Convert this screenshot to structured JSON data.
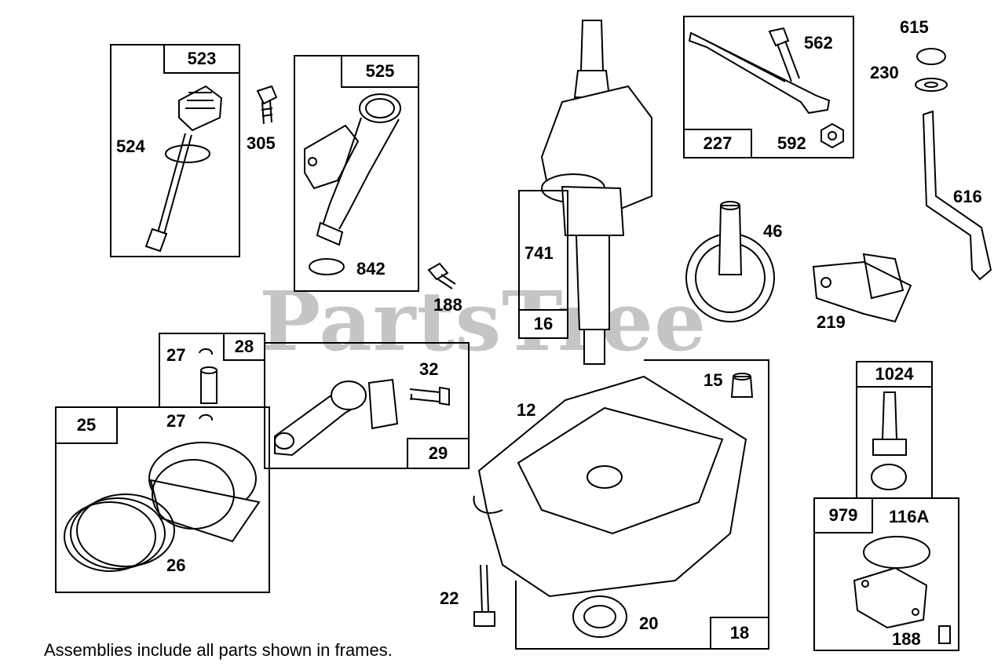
{
  "watermark": "PartsTree",
  "caption": "Assemblies include all parts shown in frames.",
  "frame_tags": {
    "f523": "523",
    "f525": "525",
    "f227": "227",
    "f16": "16",
    "f28": "28",
    "f25": "25",
    "f29": "29",
    "f18": "18",
    "f1024": "1024",
    "f979": "979"
  },
  "labels": {
    "p524": "524",
    "p305": "305",
    "p842": "842",
    "p188a": "188",
    "p562": "562",
    "p592": "592",
    "p615": "615",
    "p230": "230",
    "p616": "616",
    "p741": "741",
    "p46": "46",
    "p219": "219",
    "p27a": "27",
    "p27b": "27",
    "p32": "32",
    "p26": "26",
    "p12": "12",
    "p15": "15",
    "p22": "22",
    "p20": "20",
    "p116a": "116A",
    "p188b": "188"
  }
}
